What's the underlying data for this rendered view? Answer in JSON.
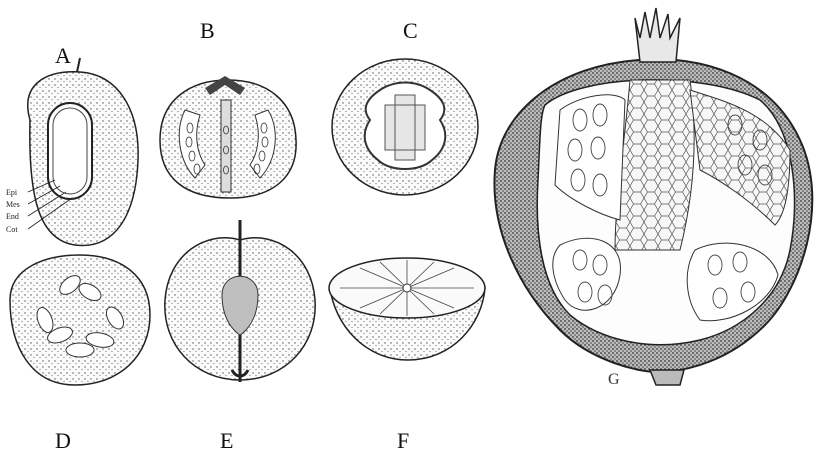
{
  "figure": {
    "labels": {
      "A": "A",
      "B": "B",
      "C": "C",
      "D": "D",
      "E": "E",
      "F": "F",
      "G": "G"
    },
    "layer_labels": [
      "Epi",
      "Mes",
      "End",
      "Cot"
    ]
  }
}
